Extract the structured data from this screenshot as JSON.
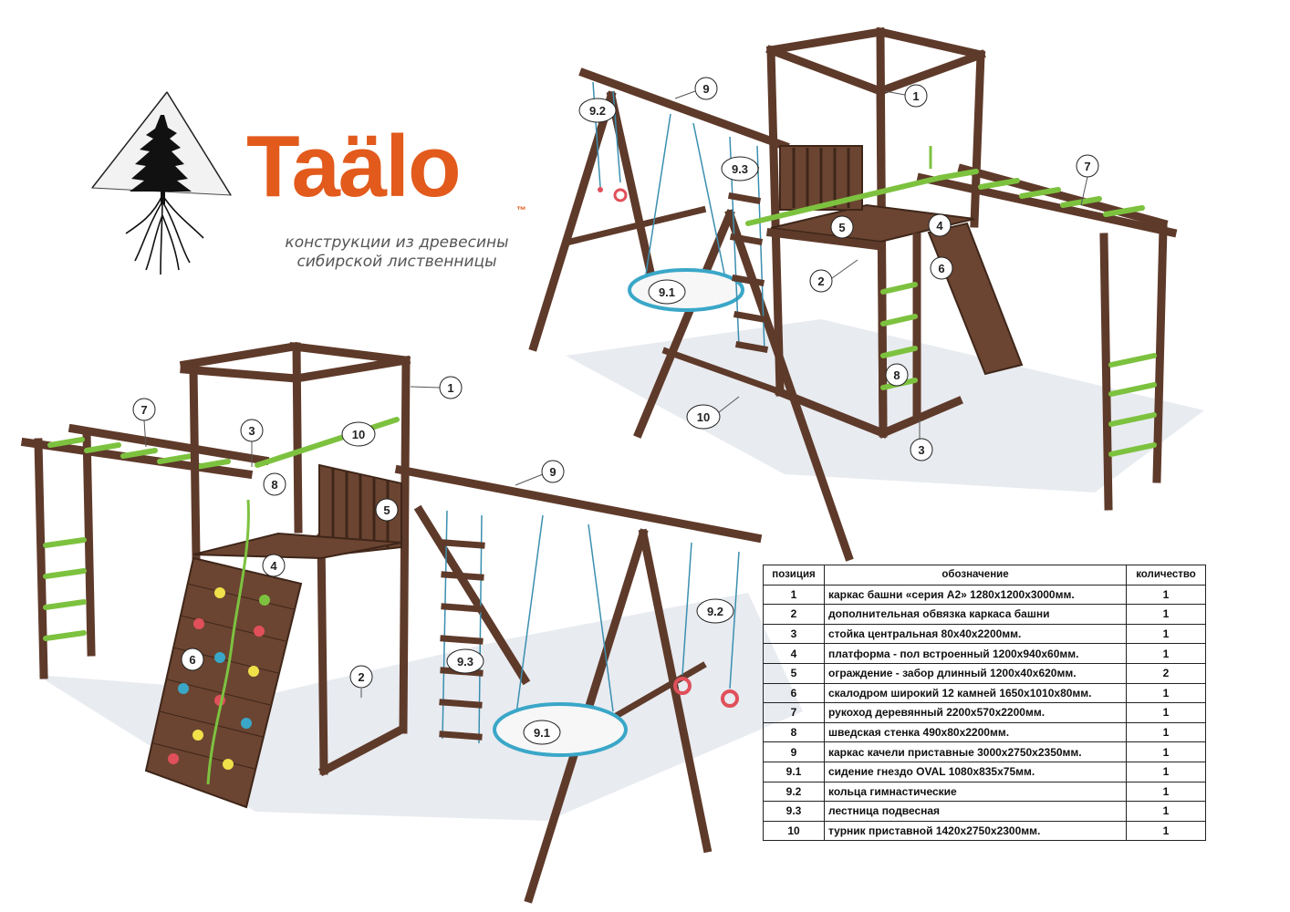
{
  "brand": {
    "name": "Taälo",
    "trademark": "™",
    "tagline_line1": "конструкции из древесины",
    "tagline_line2": "сибирской лиственницы"
  },
  "colors": {
    "brand_orange": "#e25a1c",
    "wood": "#5e3a2a",
    "wood_dark": "#3f2619",
    "bar_green": "#7dc23f",
    "swing_blue": "#3aa7c8",
    "ring_red": "#e0505a"
  },
  "callouts_left": [
    "1",
    "2",
    "3",
    "4",
    "5",
    "6",
    "7",
    "8",
    "9",
    "9.2",
    "9.3",
    "9.1",
    "10"
  ],
  "callouts_right": [
    "1",
    "2",
    "3",
    "4",
    "5",
    "6",
    "7",
    "8",
    "9",
    "9.2",
    "9.3",
    "9.1",
    "10"
  ],
  "table": {
    "headers": [
      "позиция",
      "обозначение",
      "количество"
    ],
    "rows": [
      [
        "1",
        "каркас башни «серия А2» 1280х1200х3000мм.",
        "1"
      ],
      [
        "2",
        "дополнительная обвязка каркаса башни",
        "1"
      ],
      [
        "3",
        "стойка центральная 80х40х2200мм.",
        "1"
      ],
      [
        "4",
        "платформа - пол встроенный 1200х940х60мм.",
        "1"
      ],
      [
        "5",
        "ограждение - забор длинный 1200х40х620мм.",
        "2"
      ],
      [
        "6",
        "скалодром широкий 12 камней 1650х1010х80мм.",
        "1"
      ],
      [
        "7",
        "рукоход  деревянный 2200х570х2200мм.",
        "1"
      ],
      [
        "8",
        "шведская стенка 490х80х2200мм.",
        "1"
      ],
      [
        "9",
        "каркас качели приставные 3000х2750х2350мм.",
        "1"
      ],
      [
        "9.1",
        "сидение гнездо OVAL 1080х835х75мм.",
        "1"
      ],
      [
        "9.2",
        "кольца гимнастические",
        "1"
      ],
      [
        "9.3",
        "лестница подвесная",
        "1"
      ],
      [
        "10",
        "турник приставной 1420х2750х2300мм.",
        "1"
      ]
    ]
  }
}
